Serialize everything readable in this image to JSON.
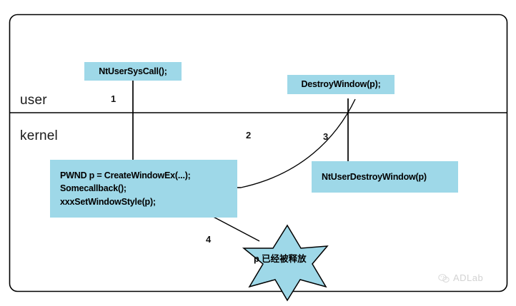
{
  "diagram": {
    "title_frame": "rounded-outer-frame",
    "colors": {
      "node_fill": "#9ED8E8",
      "stroke": "#000000",
      "background": "#FFFFFF",
      "watermark": "#D2D2D2"
    },
    "layers": [
      {
        "id": "user",
        "label": "user"
      },
      {
        "id": "kernel",
        "label": "kernel"
      }
    ],
    "nodes": [
      {
        "id": "nt-user-sys-call",
        "label": "NtUserSysCall();",
        "lines": [
          "NtUserSysCall();"
        ]
      },
      {
        "id": "destroy-window",
        "label": "DestroyWindow(p);",
        "lines": [
          "DestroyWindow(p);"
        ]
      },
      {
        "id": "pwnd-block",
        "label": "PWND p = CreateWindowEx(...); Somecallback(); xxxSetWindowStyle(p);",
        "lines": [
          "PWND p = CreateWindowEx(...);",
          "Somecallback();",
          "xxxSetWindowStyle(p);"
        ]
      },
      {
        "id": "nt-user-destroy-window",
        "label": "NtUserDestroyWindow(p)",
        "lines": [
          "NtUserDestroyWindow(p)"
        ]
      },
      {
        "id": "freed-star",
        "label": "p 已经被释放",
        "shape": "six-pointed-star"
      }
    ],
    "step_numbers": [
      {
        "id": "step-1",
        "label": "1"
      },
      {
        "id": "step-2",
        "label": "2"
      },
      {
        "id": "step-3",
        "label": "3"
      },
      {
        "id": "step-4",
        "label": "4"
      }
    ],
    "watermark": {
      "text": "ADLab",
      "icon": "wechat-icon"
    }
  }
}
